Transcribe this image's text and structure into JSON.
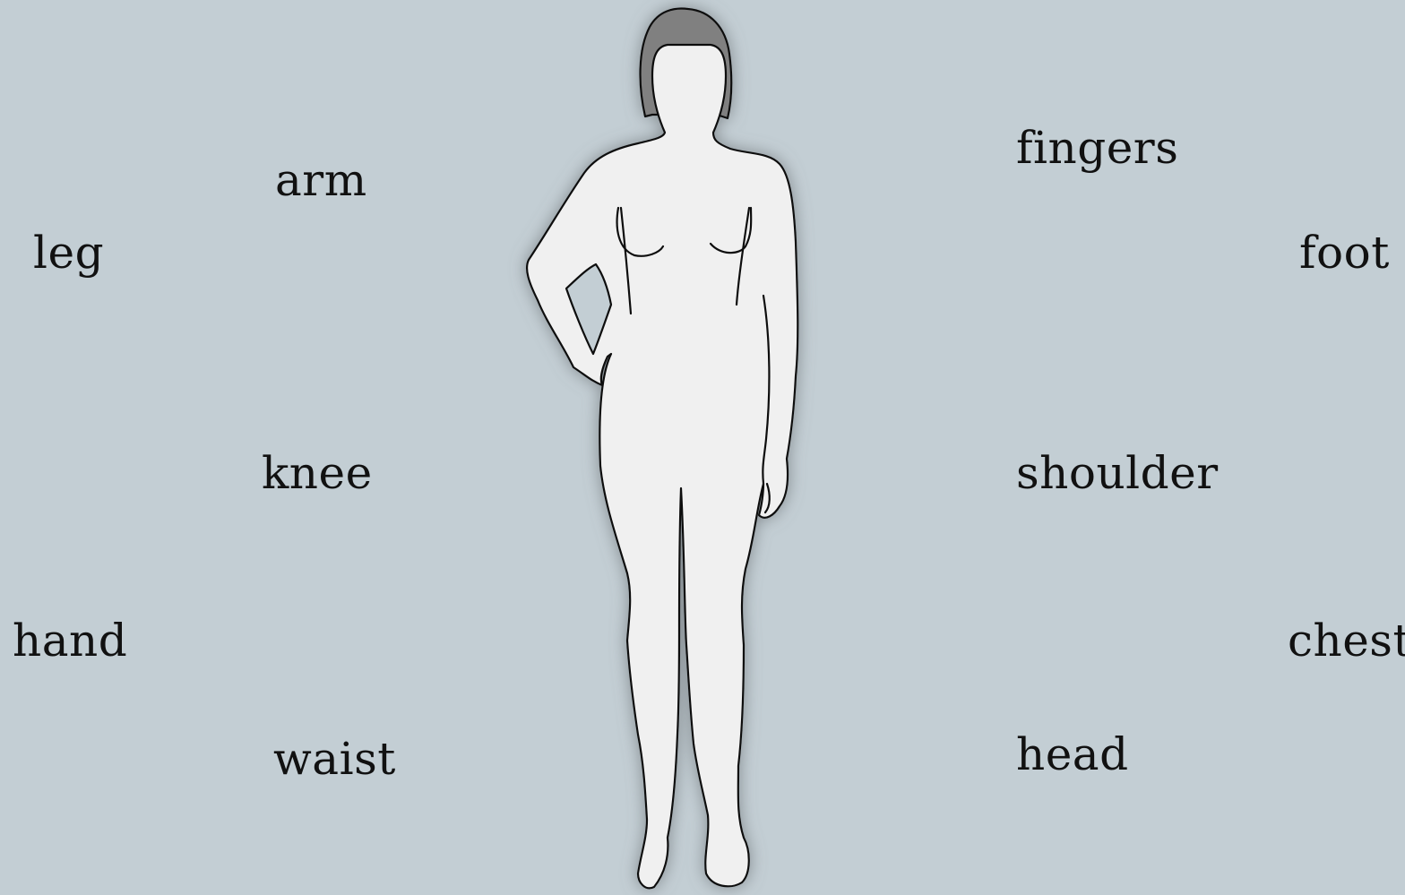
{
  "colors": {
    "background": "#c3ced4",
    "body_fill": "#f0f0f0",
    "hair_fill": "#808080",
    "outline": "#111111",
    "text": "#111111"
  },
  "figure": {
    "icon": "woman-body-silhouette-icon"
  },
  "words": {
    "left": [
      "arm",
      "leg",
      "knee",
      "hand",
      "waist"
    ],
    "right": [
      "fingers",
      "foot",
      "shoulder",
      "chest",
      "head"
    ]
  }
}
